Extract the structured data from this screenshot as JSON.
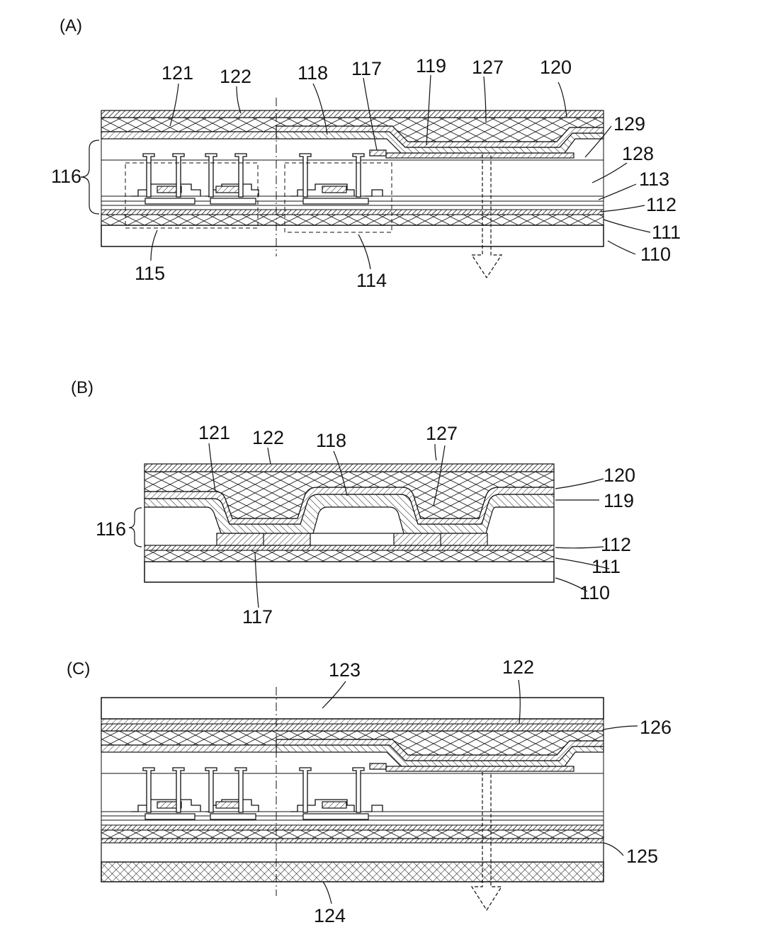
{
  "panel_a": {
    "panel_label": "(A)",
    "labels": {
      "l121": "121",
      "l122": "122",
      "l118": "118",
      "l117": "117",
      "l119": "119",
      "l127": "127",
      "l120": "120",
      "l129": "129",
      "l128": "128",
      "l116": "116",
      "l113": "113",
      "l112": "112",
      "l111": "111",
      "l110": "110",
      "l115": "115",
      "l114": "114"
    }
  },
  "panel_b": {
    "panel_label": "(B)",
    "labels": {
      "l121": "121",
      "l122": "122",
      "l118": "118",
      "l127": "127",
      "l120": "120",
      "l119": "119",
      "l116": "116",
      "l112": "112",
      "l111": "111",
      "l110": "110",
      "l117": "117"
    }
  },
  "panel_c": {
    "panel_label": "(C)",
    "labels": {
      "l123": "123",
      "l122": "122",
      "l126": "126",
      "l125": "125",
      "l124": "124"
    }
  }
}
